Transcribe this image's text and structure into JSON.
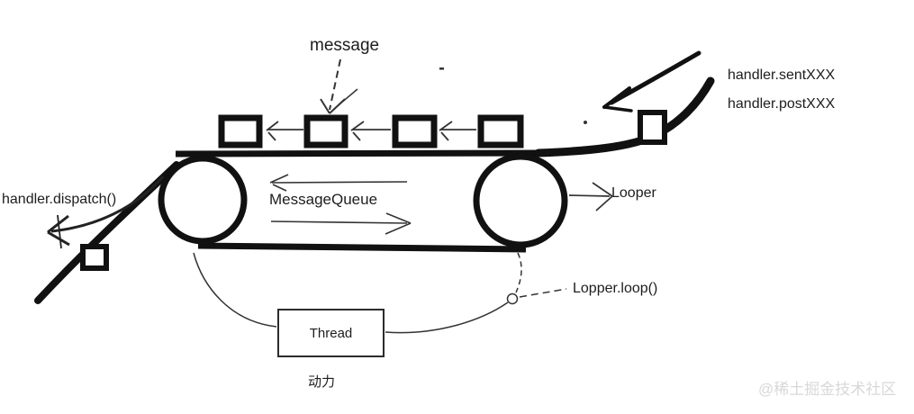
{
  "background": "#ffffff",
  "ink_color": "#111111",
  "thin_ink_color": "#333333",
  "watermark_color": "#d8d8d8",
  "annotations": {
    "message_label": "message",
    "handler_sent": "handler.sentXXX",
    "handler_post": "handler.postXXX",
    "handler_dispatch": "handler.dispatch()",
    "queue_label": "MessageQueue",
    "looper_label": "Looper",
    "looper_loop_label": "Lopper.loop()",
    "thread_label": "Thread",
    "power_label": "动力",
    "watermark": "@稀土掘金技术社区"
  },
  "diagram": {
    "type": "hand-drawn conveyor-belt sketch of Android message loop",
    "message_boxes_on_belt": 4,
    "box_link_arrows_direction": "left",
    "wheels": [
      "left-wheel",
      "right-wheel (Looper)"
    ],
    "input_ramp": "top-right, fed by handler.sentXXX / handler.postXXX",
    "output_ramp": "bottom-left, toward handler.dispatch()",
    "thread_drives": "Thread box connected under belt (动力 = power)"
  }
}
